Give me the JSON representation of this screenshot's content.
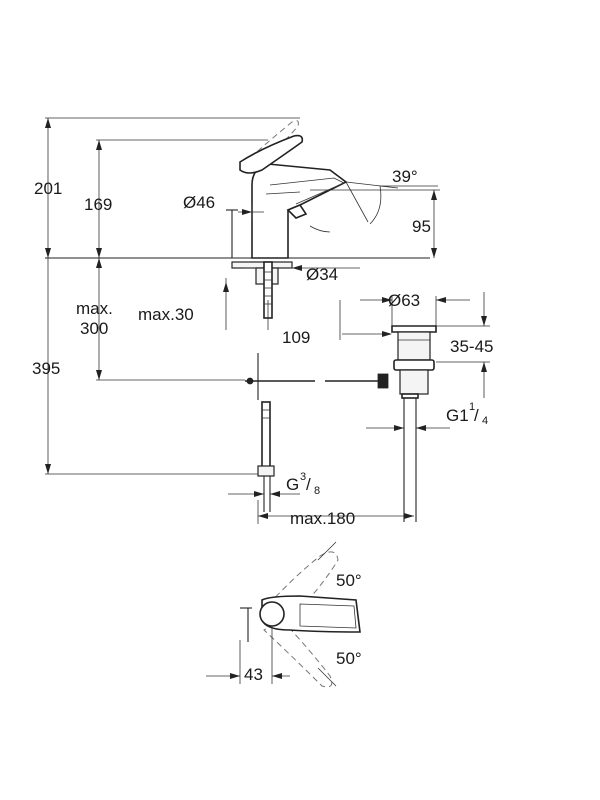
{
  "dimensions": {
    "height_total": "201",
    "height_spout": "169",
    "diameter_body": "Ø46",
    "spout_angle": "39°",
    "height_95": "95",
    "diameter_hole": "Ø34",
    "max_label": "max.",
    "max_300": "300",
    "max_30": "max.30",
    "diameter_waste": "Ø63",
    "reach_109": "109",
    "range_35_45": "35-45",
    "height_395": "395",
    "thread_waste_main": "G1",
    "thread_waste_num": "1",
    "thread_waste_den": "4",
    "thread_hose_main": "G",
    "thread_hose_num": "3",
    "thread_hose_den": "8",
    "max_180": "max.180",
    "rotation_top": "50°",
    "rotation_bottom": "50°",
    "offset_43": "43"
  }
}
